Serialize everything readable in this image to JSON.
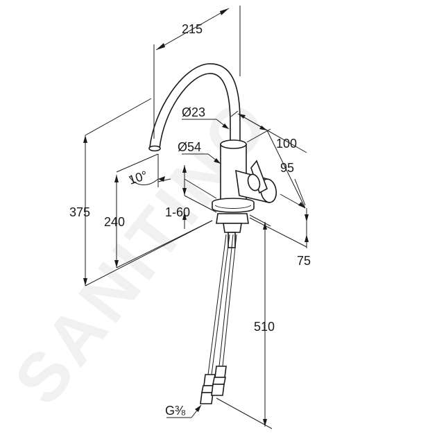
{
  "drawing": {
    "watermark": "SANITINO",
    "dimensions": {
      "spout_reach": "215",
      "spout_diameter": "Ø23",
      "body_diameter": "Ø54",
      "offset_100": "100",
      "offset_95": "95",
      "offset_75": "75",
      "swivel_angle": "10°",
      "total_height": "375",
      "outlet_height": "240",
      "counter_thickness": "1-60",
      "hose_length": "510",
      "thread": "G⅜"
    }
  }
}
